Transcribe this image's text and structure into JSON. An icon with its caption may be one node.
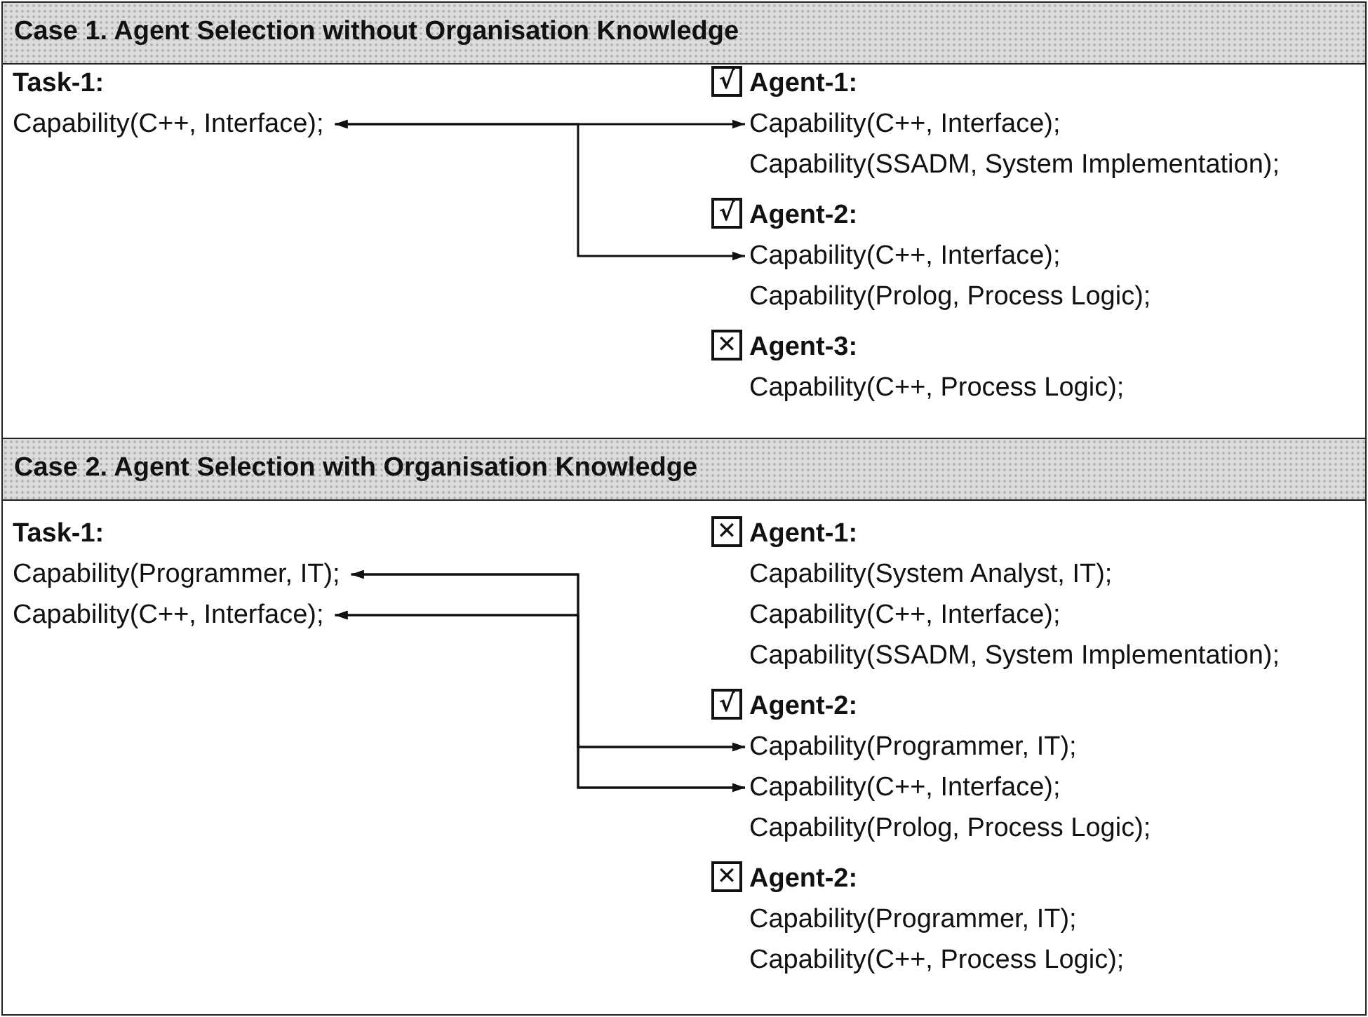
{
  "diagram": {
    "nodes": [
      {
        "text": [
          "Case 1. Agent Selection without Organisation Knowledge"
        ]
      },
      {
        "text": [
          "Task-1:"
        ],
        "in": 0
      },
      {
        "text": [
          "Capability(C++, Interface);"
        ],
        "in": 1
      },
      {
        "text": [
          "Agent-1:"
        ],
        "in": 0
      },
      {
        "text": [
          "√"
        ],
        "in": 3
      },
      {
        "text": [
          "Capability(C++, Interface);"
        ],
        "in": 3
      },
      {
        "text": [
          "Capability(SSADM, System Implementation);"
        ],
        "in": 3
      },
      {
        "text": [
          "Agent-2:"
        ],
        "in": 0
      },
      {
        "text": [
          "√"
        ],
        "in": 7
      },
      {
        "text": [
          "Capability(C++, Interface);"
        ],
        "in": 7
      },
      {
        "text": [
          "Capability(Prolog, Process Logic);"
        ],
        "in": 7
      },
      {
        "text": [
          "Agent-3:"
        ],
        "in": 0
      },
      {
        "text": [
          "✕"
        ],
        "in": 11
      },
      {
        "text": [
          "Capability(C++, Process Logic);"
        ],
        "in": 11
      },
      {
        "text": [
          "Case 2. Agent Selection with Organisation Knowledge"
        ]
      },
      {
        "text": [
          "Task-1:"
        ],
        "in": 14
      },
      {
        "text": [
          "Capability(Programmer, IT);"
        ],
        "in": 15
      },
      {
        "text": [
          "Capability(C++, Interface);"
        ],
        "in": 15
      },
      {
        "text": [
          "Agent-1:"
        ],
        "in": 14
      },
      {
        "text": [
          "✕"
        ],
        "in": 18
      },
      {
        "text": [
          "Capability(System Analyst, IT);"
        ],
        "in": 18
      },
      {
        "text": [
          "Capability(C++, Interface);"
        ],
        "in": 18
      },
      {
        "text": [
          "Capability(SSADM, System Implementation);"
        ],
        "in": 18
      },
      {
        "text": [
          "Agent-2:"
        ],
        "in": 14
      },
      {
        "text": [
          "√"
        ],
        "in": 23
      },
      {
        "text": [
          "Capability(Programmer, IT);"
        ],
        "in": 23
      },
      {
        "text": [
          "Capability(C++, Interface);"
        ],
        "in": 23
      },
      {
        "text": [
          "Capability(Prolog, Process Logic);"
        ],
        "in": 23
      },
      {
        "text": [
          "Agent-2:"
        ],
        "in": 14
      },
      {
        "text": [
          "✕"
        ],
        "in": 28
      },
      {
        "text": [
          "Capability(Programmer, IT);"
        ],
        "in": 28
      },
      {
        "text": [
          "Capability(C++, Process Logic);"
        ],
        "in": 28
      }
    ],
    "edges": [
      {
        "from": 2,
        "to": 5,
        "arrow": "both"
      },
      {
        "from": 2,
        "to": 9,
        "arrow": "both"
      },
      {
        "from": 16,
        "to": 25,
        "arrow": "both"
      },
      {
        "from": 16,
        "to": 26,
        "arrow": "both"
      },
      {
        "from": 17,
        "to": 25,
        "arrow": "both"
      },
      {
        "from": 17,
        "to": 26,
        "arrow": "both"
      }
    ]
  }
}
